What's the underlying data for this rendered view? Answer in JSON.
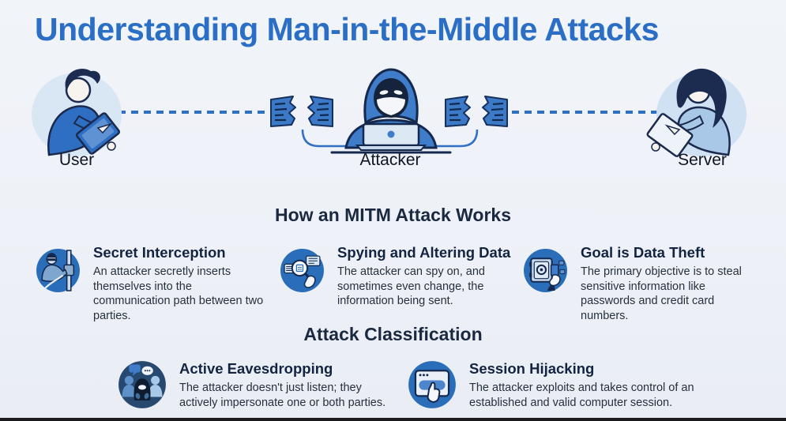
{
  "title": "Understanding Man-in-the-Middle Attacks",
  "diagram": {
    "actors": [
      {
        "label": "User",
        "icon": "user-with-tablet-icon"
      },
      {
        "label": "Attacker",
        "icon": "hooded-hacker-laptop-icon"
      },
      {
        "label": "Server",
        "icon": "woman-with-tablet-icon"
      }
    ],
    "link_icon": "torn-message-icon",
    "connection_style": "dashed"
  },
  "sections": [
    {
      "heading": "How an MITM Attack Works",
      "items": [
        {
          "icon": "wiretap-icon",
          "title": "Secret Interception",
          "description": "An attacker secretly inserts themselves into the communication path between two parties."
        },
        {
          "icon": "magnifier-documents-icon",
          "title": "Spying and Altering Data",
          "description": "The attacker can spy on, and sometimes even change, the information being sent."
        },
        {
          "icon": "vault-theft-icon",
          "title": "Goal is Data Theft",
          "description": "The primary objective is to steal sensitive information like passwords and credit card numbers."
        }
      ]
    },
    {
      "heading": "Attack Classification",
      "items": [
        {
          "icon": "eavesdropping-icon",
          "title": "Active Eavesdropping",
          "description": "The attacker doesn't just listen; they actively impersonate one or both parties."
        },
        {
          "icon": "session-hijacking-icon",
          "title": "Session Hijacking",
          "description": "The attacker exploits and takes control of an established and valid computer session."
        }
      ]
    }
  ],
  "colors": {
    "title_blue": "#2b6ec6",
    "diagram_blue": "#2f6fc4",
    "icon_circle_blue": "#2a6db8",
    "dark_stroke": "#14294d",
    "heading_navy": "#1a2940",
    "body_text": "#27303d",
    "background": "#eef1f7"
  }
}
